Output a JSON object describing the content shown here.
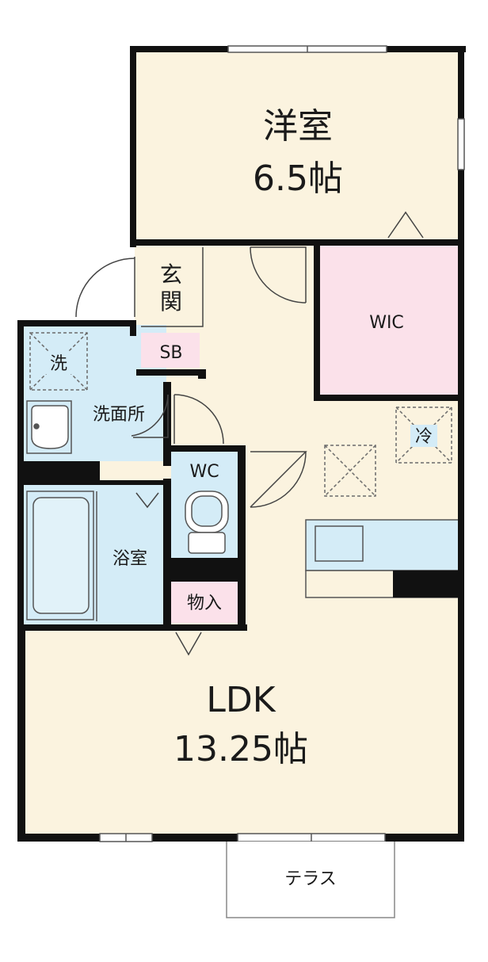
{
  "colors": {
    "wall": "#111111",
    "room_floor": "#fbf3df",
    "wet_area": "#d4ecf7",
    "wic": "#fbe1ea",
    "storage": "#fbe1ea",
    "fixture_outline": "#555555",
    "dashed": "#6b6b6b"
  },
  "rooms": {
    "western_room": {
      "name": "洋室",
      "size": "6.5帖"
    },
    "ldk": {
      "name": "LDK",
      "size": "13.25帖"
    },
    "wic": "WIC",
    "entrance": [
      "玄",
      "関"
    ],
    "shoebox": "SB",
    "washroom": "洗面所",
    "washer": "洗",
    "bathroom": "浴室",
    "toilet": "WC",
    "storage": "物入",
    "fridge": "冷",
    "terrace": "テラス"
  }
}
